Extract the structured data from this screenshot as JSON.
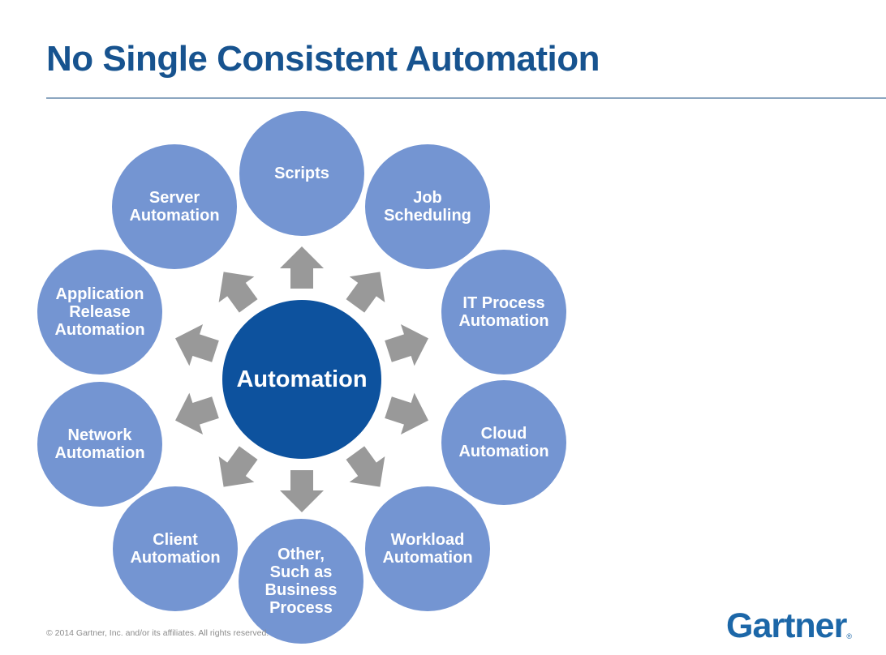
{
  "title": "No Single Consistent Automation",
  "colors": {
    "title_text": "#17538F",
    "title_rule": "#8CA6C0",
    "node_fill": "#7495D2",
    "hub_fill": "#0D529E",
    "node_text": "#FFFFFF",
    "arrow": "#999999",
    "copyright_text": "#8C8C8C",
    "logo_blue": "#1C67A8"
  },
  "diagram": {
    "center": {
      "label": "Automation"
    },
    "nodes": [
      {
        "id": "scripts",
        "label": "Scripts"
      },
      {
        "id": "job-scheduling",
        "label": "Job\nScheduling"
      },
      {
        "id": "it-process-automation",
        "label": "IT Process\nAutomation"
      },
      {
        "id": "cloud-automation",
        "label": "Cloud\nAutomation"
      },
      {
        "id": "workload-automation",
        "label": "Workload\nAutomation"
      },
      {
        "id": "other-business-process",
        "label": "Other,\nSuch as\nBusiness\nProcess"
      },
      {
        "id": "client-automation",
        "label": "Client\nAutomation"
      },
      {
        "id": "network-automation",
        "label": "Network\nAutomation"
      },
      {
        "id": "application-release-automation",
        "label": "Application\nRelease\nAutomation"
      },
      {
        "id": "server-automation",
        "label": "Server\nAutomation"
      }
    ]
  },
  "footer": {
    "copyright": "© 2014 Gartner, Inc. and/or its affiliates. All rights reserved.",
    "logo_text": "Gartner",
    "logo_registered": "®"
  }
}
